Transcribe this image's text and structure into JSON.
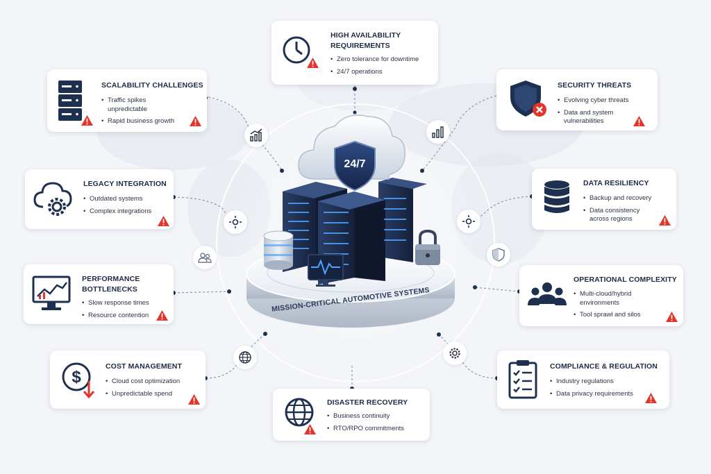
{
  "center": {
    "badge_text": "24/7",
    "platform_label": "MISSION-CRITICAL AUTOMOTIVE SYSTEMS"
  },
  "cards": {
    "high_availability": {
      "title_line1": "HIGH AVAILABILITY",
      "title_line2": "REQUIREMENTS",
      "bullets": [
        "Zero tolerance for downtime",
        "24/7 operations"
      ]
    },
    "scalability": {
      "title": "SCALABILITY CHALLENGES",
      "bullets": [
        "Traffic spikes unpredictable",
        "Rapid business growth"
      ]
    },
    "security": {
      "title": "SECURITY THREATS",
      "bullets": [
        "Evolving cyber threats",
        "Data and system vulnerabilities"
      ]
    },
    "legacy": {
      "title": "LEGACY INTEGRATION",
      "bullets": [
        "Outdated systems",
        "Complex integrations"
      ]
    },
    "data_resiliency": {
      "title": "DATA RESILIENCY",
      "bullets": [
        "Backup and recovery",
        "Data consistency across regions"
      ]
    },
    "performance": {
      "title_line1": "PERFORMANCE",
      "title_line2": "BOTTLENECKS",
      "bullets": [
        "Slow response times",
        "Resource contention"
      ]
    },
    "operational": {
      "title": "OPERATIONAL COMPLEXITY",
      "bullets": [
        "Multi-cloud/hybrid environments",
        "Tool sprawl and silos"
      ]
    },
    "cost": {
      "title": "COST MANAGEMENT",
      "bullets": [
        "Cloud cost optimization",
        "Unpredictable spend"
      ]
    },
    "compliance": {
      "title": "COMPLIANCE & REGULATION",
      "bullets": [
        "Industry regulations",
        "Data privacy requirements"
      ]
    },
    "disaster": {
      "title": "DISASTER RECOVERY",
      "bullets": [
        "Business continuity",
        "RTO/RPO commitments"
      ]
    }
  },
  "colors": {
    "navy": "#1e3050",
    "accent_blue": "#2b7de9",
    "warning_red": "#e2352b"
  },
  "icons": [
    "clock-icon",
    "server-rack-icon",
    "shield-x-icon",
    "cloud-gear-icon",
    "database-icon",
    "chart-monitor-icon",
    "team-icon",
    "dollar-down-icon",
    "checklist-icon",
    "globe-icon",
    "warning-icon"
  ]
}
